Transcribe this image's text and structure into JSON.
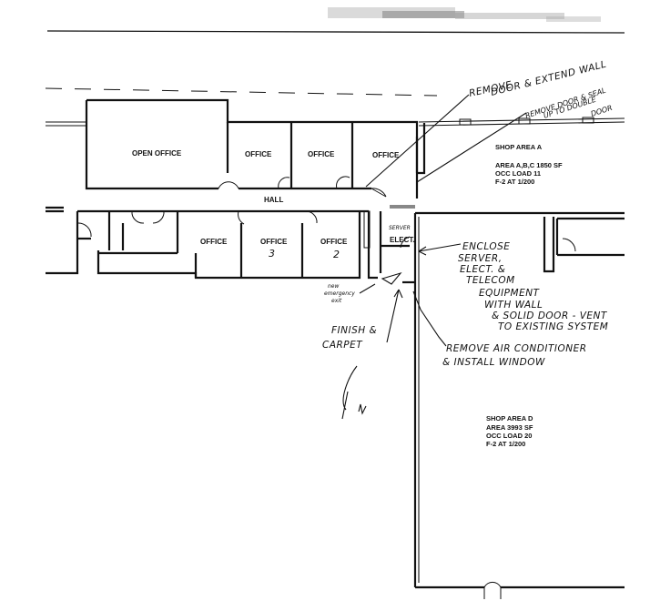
{
  "rooms": {
    "open_office": "OPEN OFFICE",
    "office_top_1": "OFFICE",
    "office_top_2": "OFFICE",
    "office_top_3": "OFFICE",
    "hall": "HALL",
    "office_bottom_1": "OFFICE",
    "office_bottom_2": "OFFICE",
    "office_bottom_3": "OFFICE",
    "office_bottom_2_number": "3",
    "office_bottom_3_number": "2",
    "server_label": "SERVER",
    "elect_label": "ELECT."
  },
  "shop_area_a": {
    "line1": "SHOP AREA A",
    "line2": "AREA A,B,C 1850 SF",
    "line3": "OCC LOAD 11",
    "line4": "F-2 AT 1/200"
  },
  "shop_area_d": {
    "line1": "SHOP AREA D",
    "line2": "AREA 3993 SF",
    "line3": "OCC LOAD 20",
    "line4": "F-2 AT 1/200"
  },
  "annotations": {
    "remove_door_1": "REMOVE",
    "remove_door_2": "DOOR & EXTEND WALL",
    "remove_double_1": "REMOVE DOOR & SEAL",
    "remove_double_2": "UP TO DOUBLE",
    "remove_double_3": "DOOR",
    "enclose_1": "ENCLOSE",
    "enclose_2": "SERVER,",
    "enclose_3": "ELECT. &",
    "enclose_4": "TELECOM",
    "enclose_5": "EQUIPMENT",
    "enclose_6": "WITH WALL",
    "enclose_7": "& SOLID DOOR - VENT",
    "enclose_8": "TO EXISTING SYSTEM",
    "new_exit_1": "new",
    "new_exit_2": "emergency",
    "new_exit_3": "exit",
    "finish_1": "FINISH &",
    "finish_2": "CARPET",
    "remove_ac_1": "REMOVE AIR CONDITIONER",
    "remove_ac_2": "& INSTALL WINDOW"
  }
}
